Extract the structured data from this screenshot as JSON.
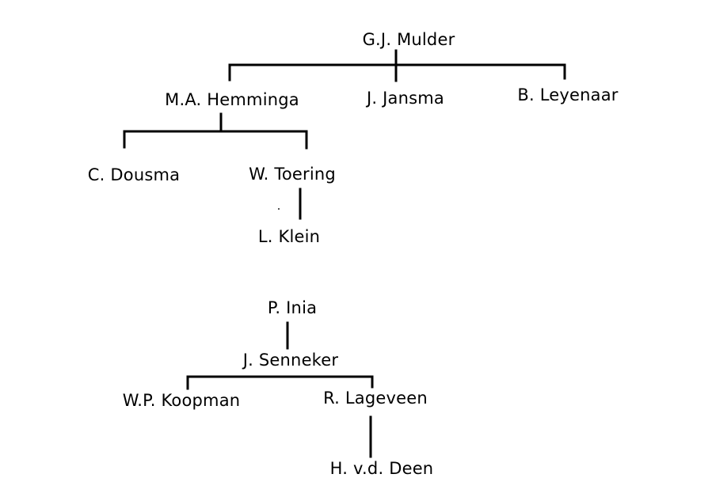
{
  "colors": {
    "background": "#ffffff",
    "line": "#000000",
    "text": "#000000"
  },
  "trees": [
    {
      "nodes": [
        {
          "id": "mulder",
          "label": "G.J. Mulder"
        },
        {
          "id": "hemminga",
          "label": "M.A. Hemminga"
        },
        {
          "id": "jansma",
          "label": "J. Jansma"
        },
        {
          "id": "leyenaar",
          "label": "B. Leyenaar"
        },
        {
          "id": "dousma",
          "label": "C. Dousma"
        },
        {
          "id": "toering",
          "label": "W. Toering"
        },
        {
          "id": "klein",
          "label": "L. Klein"
        }
      ],
      "edges": [
        {
          "parent": "mulder",
          "child": "hemminga"
        },
        {
          "parent": "mulder",
          "child": "jansma"
        },
        {
          "parent": "mulder",
          "child": "leyenaar"
        },
        {
          "parent": "hemminga",
          "child": "dousma"
        },
        {
          "parent": "hemminga",
          "child": "toering"
        },
        {
          "parent": "toering",
          "child": "klein"
        }
      ]
    },
    {
      "nodes": [
        {
          "id": "inia",
          "label": "P. Inia"
        },
        {
          "id": "senneker",
          "label": "J. Senneker"
        },
        {
          "id": "koopman",
          "label": "W.P. Koopman"
        },
        {
          "id": "lageveen",
          "label": "R. Lageveen"
        },
        {
          "id": "deen",
          "label": "H. v.d. Deen"
        }
      ],
      "edges": [
        {
          "parent": "inia",
          "child": "senneker"
        },
        {
          "parent": "senneker",
          "child": "koopman"
        },
        {
          "parent": "senneker",
          "child": "lageveen"
        },
        {
          "parent": "lageveen",
          "child": "deen"
        }
      ]
    }
  ]
}
